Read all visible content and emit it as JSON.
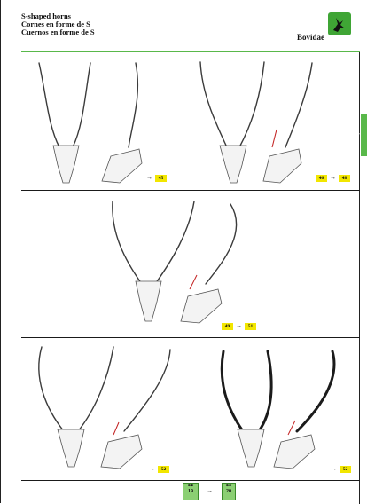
{
  "header": {
    "title_en": "S-shaped horns",
    "title_fr": "Cornes en forme de S",
    "title_es": "Cuernos en forme de S",
    "family": "Bovidae",
    "family_icon": "antelope-head-icon",
    "accent": "#3fa535"
  },
  "sections": [
    {
      "refs": [
        "45"
      ]
    },
    {
      "refs": [
        "46",
        "48"
      ]
    },
    {
      "refs": [
        "49",
        "51"
      ]
    },
    {
      "refs": [
        "52"
      ]
    },
    {
      "refs": [
        "52"
      ]
    }
  ],
  "footer": {
    "key_from": "19",
    "key_to": "20",
    "key_icon": "key-icon"
  },
  "colors": {
    "ref_box": "#f2e600",
    "key_box": "#8bcf73",
    "divider": "#59b84a"
  }
}
